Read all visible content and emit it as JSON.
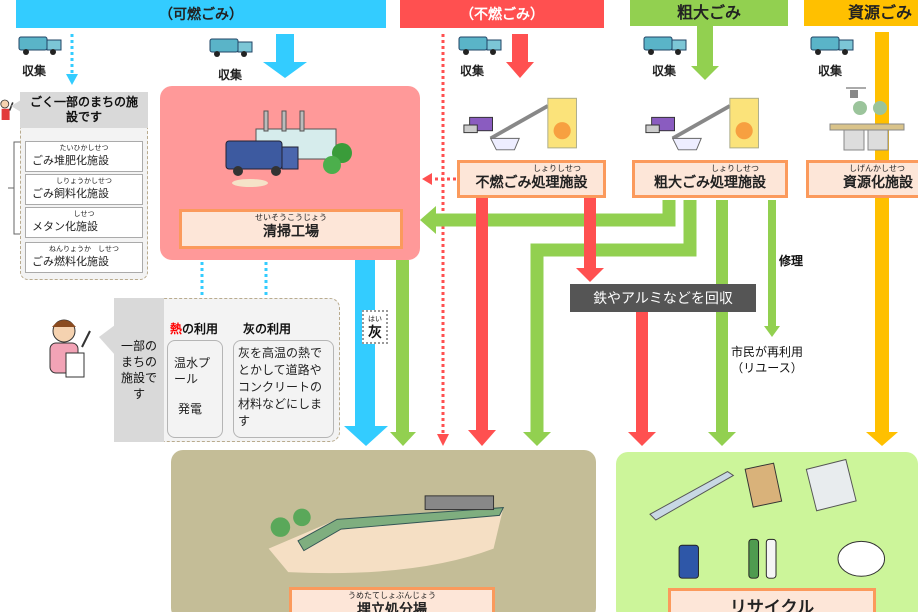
{
  "headers": {
    "burnable": "（可燃ごみ）",
    "nonburnable": "（不燃ごみ）",
    "bulky": "粗大ごみ",
    "resource": "資源ごみ"
  },
  "collect_label": "収集",
  "colors": {
    "burnable": "#33ccff",
    "nonburnable": "#ff5050",
    "bulky": "#92d050",
    "resource": "#ffc000",
    "incinerator_bg": "#ff9999",
    "landfill_bg": "#c4bd97",
    "recycle_bg": "#ccf59a",
    "label_bg": "#fde6d8",
    "label_border": "#fb9a5c",
    "metal_box": "#555555"
  },
  "few_towns_note": {
    "title": "ごく一部のまちの施設です",
    "facilities": [
      {
        "ruby": "たいひかしせつ",
        "name": "ごみ堆肥化施設"
      },
      {
        "ruby": "しりょうかしせつ",
        "name": "ごみ飼料化施設"
      },
      {
        "ruby": "しせつ",
        "name": "メタン化施設"
      },
      {
        "ruby": "ねんりょうか　しせつ",
        "name": "ごみ燃料化施設"
      }
    ]
  },
  "incinerator": {
    "ruby": "せいそうこうじょう",
    "name": "清掃工場"
  },
  "nonburnable_facility": {
    "ruby": "しょりしせつ",
    "name": "不燃ごみ処理施設"
  },
  "bulky_facility": {
    "ruby": "しょりしせつ",
    "name": "粗大ごみ処理施設"
  },
  "resource_facility": {
    "ruby": "しげんかしせつ",
    "name": "資源化施設"
  },
  "ash_label": {
    "ruby": "はい",
    "name": "灰"
  },
  "metal_recovery": "鉄やアルミなどを回収",
  "repair_label": "修理",
  "reuse_label": {
    "line1": "市民が再利用",
    "line2": "（リユース）"
  },
  "some_towns_note": {
    "title": "一部のまちの施設です",
    "heat_use": {
      "heat_char": "熱",
      "rest": "の利用",
      "items": [
        "温水プール",
        "発電"
      ]
    },
    "ash_use": {
      "title": "灰の利用",
      "text": "灰を高温の熱でとかして道路やコンクリートの材料などにします"
    }
  },
  "landfill": {
    "ruby": "うめたてしょぶんじょう",
    "name": "埋立処分場"
  },
  "recycle": {
    "name": "リサイクル"
  }
}
